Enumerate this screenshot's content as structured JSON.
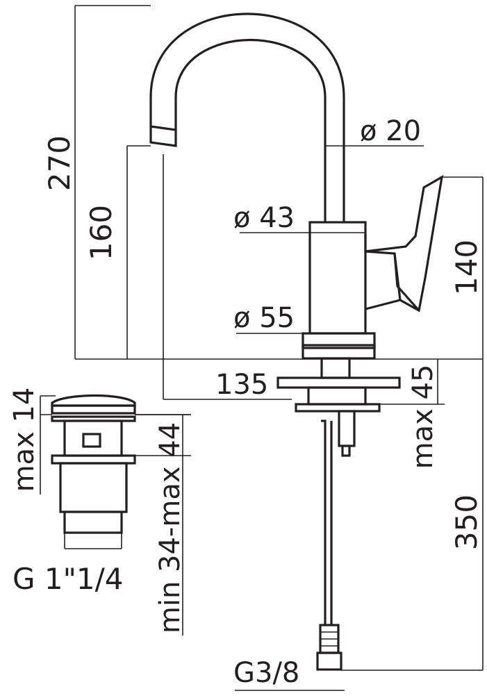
{
  "dimensions": {
    "total_height": "270",
    "spout_height": "160",
    "spout_diameter": "ø 20",
    "body_diameter": "ø 43",
    "base_diameter": "ø 55",
    "lever_height": "140",
    "spout_reach": "135",
    "max_deck": "max 45",
    "hose_length": "350",
    "hose_connection": "G3/8",
    "waste_max_top": "max 14",
    "waste_range": "min 34-max 44",
    "waste_thread": "G 1\"1/4"
  }
}
